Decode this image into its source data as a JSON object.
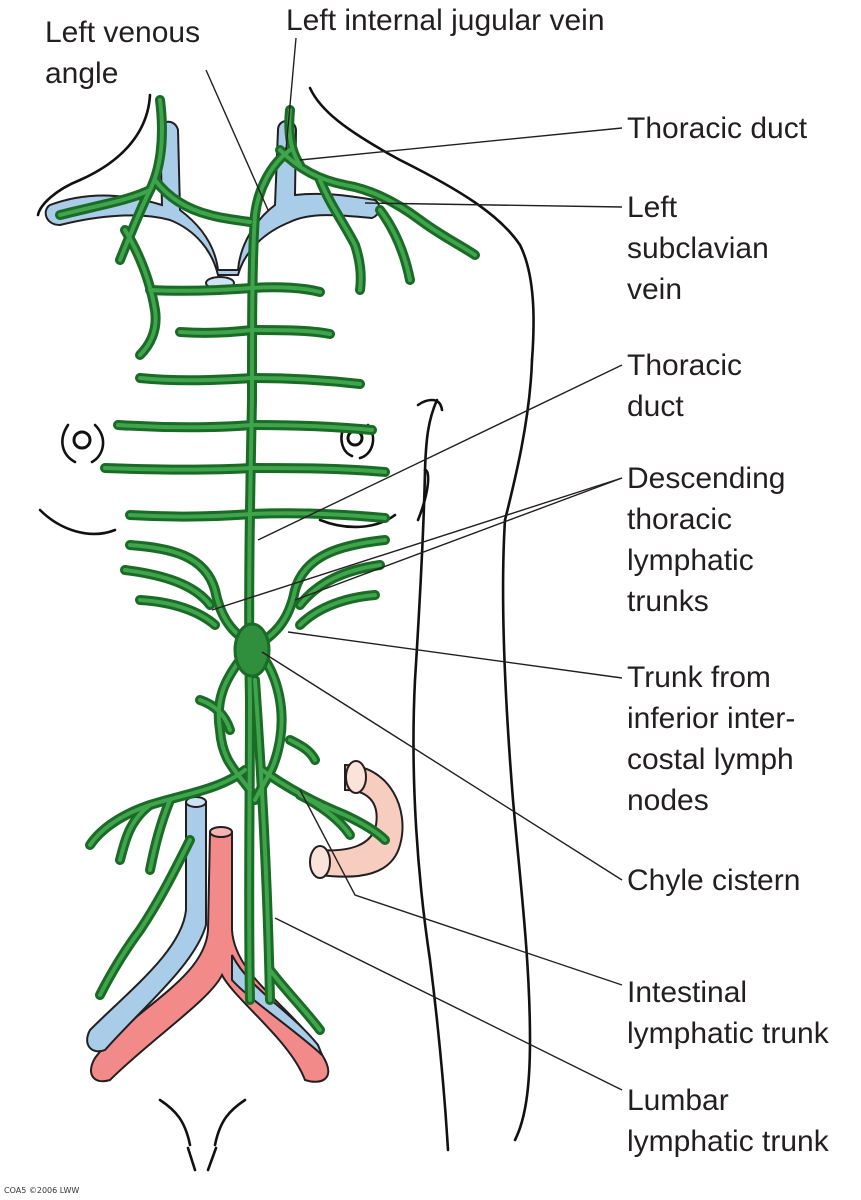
{
  "labels": {
    "left_venous_angle": [
      "Left venous",
      "angle"
    ],
    "left_internal_jugular_vein": "Left internal jugular vein",
    "thoracic_duct_top": "Thoracic duct",
    "left_subclavian_vein": [
      "Left",
      "subclavian",
      "vein"
    ],
    "thoracic_duct_mid": [
      "Thoracic",
      "duct"
    ],
    "descending_thoracic_lymphatic_trunks": [
      "Descending",
      "thoracic",
      "lymphatic",
      "trunks"
    ],
    "trunk_from_inferior_intercostal_lymph_nodes": [
      "Trunk from",
      "inferior inter-",
      "costal lymph",
      "nodes"
    ],
    "chyle_cistern": "Chyle cistern",
    "intestinal_lymphatic_trunk": [
      "Intestinal",
      "lymphatic trunk"
    ],
    "lumbar_lymphatic_trunk": [
      "Lumbar",
      "lymphatic trunk"
    ]
  },
  "copyright": "COA5 ©2006 LWW",
  "colors": {
    "lymphatic": "#2f8f3c",
    "vein": "#a9cde8",
    "artery": "#f28a8a",
    "intestine": "#f6cdbf",
    "outline": "#231f20"
  }
}
